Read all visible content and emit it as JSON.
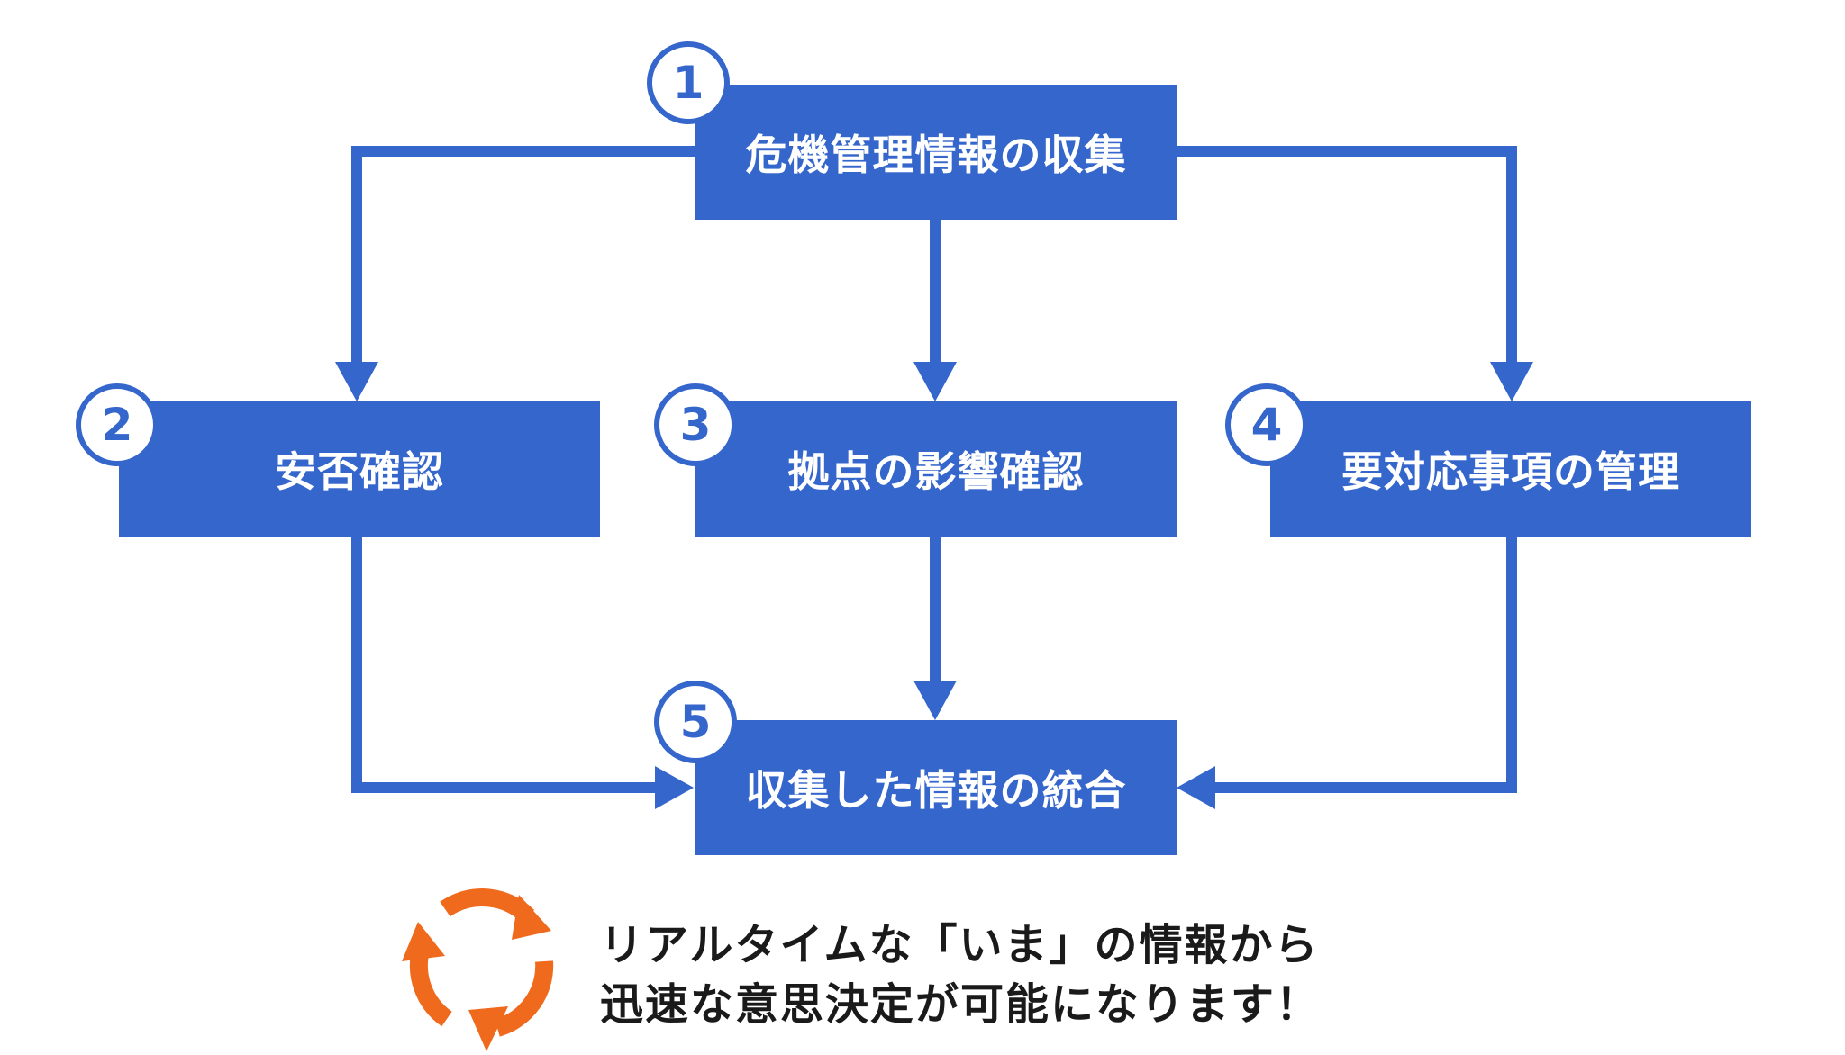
{
  "colors": {
    "primary": "#3566cc",
    "accent": "#f06a1e",
    "text": "#1a1a1a"
  },
  "steps": [
    {
      "number": "1",
      "label": "危機管理情報の収集"
    },
    {
      "number": "2",
      "label": "安否確認"
    },
    {
      "number": "3",
      "label": "拠点の影響確認"
    },
    {
      "number": "4",
      "label": "要対応事項の管理"
    },
    {
      "number": "5",
      "label": "収集した情報の統合"
    }
  ],
  "footer": {
    "icon": "refresh-cycle-icon",
    "line1": "リアルタイムな「いま」の情報から",
    "line2": "迅速な意思決定が可能になります！"
  }
}
